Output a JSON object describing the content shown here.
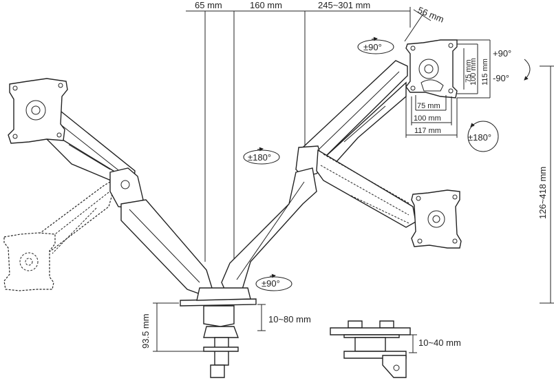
{
  "dimensions": {
    "d65": "65 mm",
    "d160": "160 mm",
    "d245": "245~301 mm",
    "d56": "56 mm",
    "d75v": "75 mm",
    "d100v": "100 mm",
    "d115v": "115 mm",
    "d75h": "75 mm",
    "d100h": "100 mm",
    "d117h": "117 mm",
    "height": "126~418 mm",
    "clamp_height": "93.5 mm",
    "clamp_range": "10~80 mm",
    "grommet_range": "10~40 mm"
  },
  "rotations": {
    "tilt_up": "+90°",
    "tilt_down": "-90°",
    "top_swivel": "±90°",
    "rotate_right": "±180°",
    "rotate_mid": "±180°",
    "base_swivel": "±90°"
  }
}
